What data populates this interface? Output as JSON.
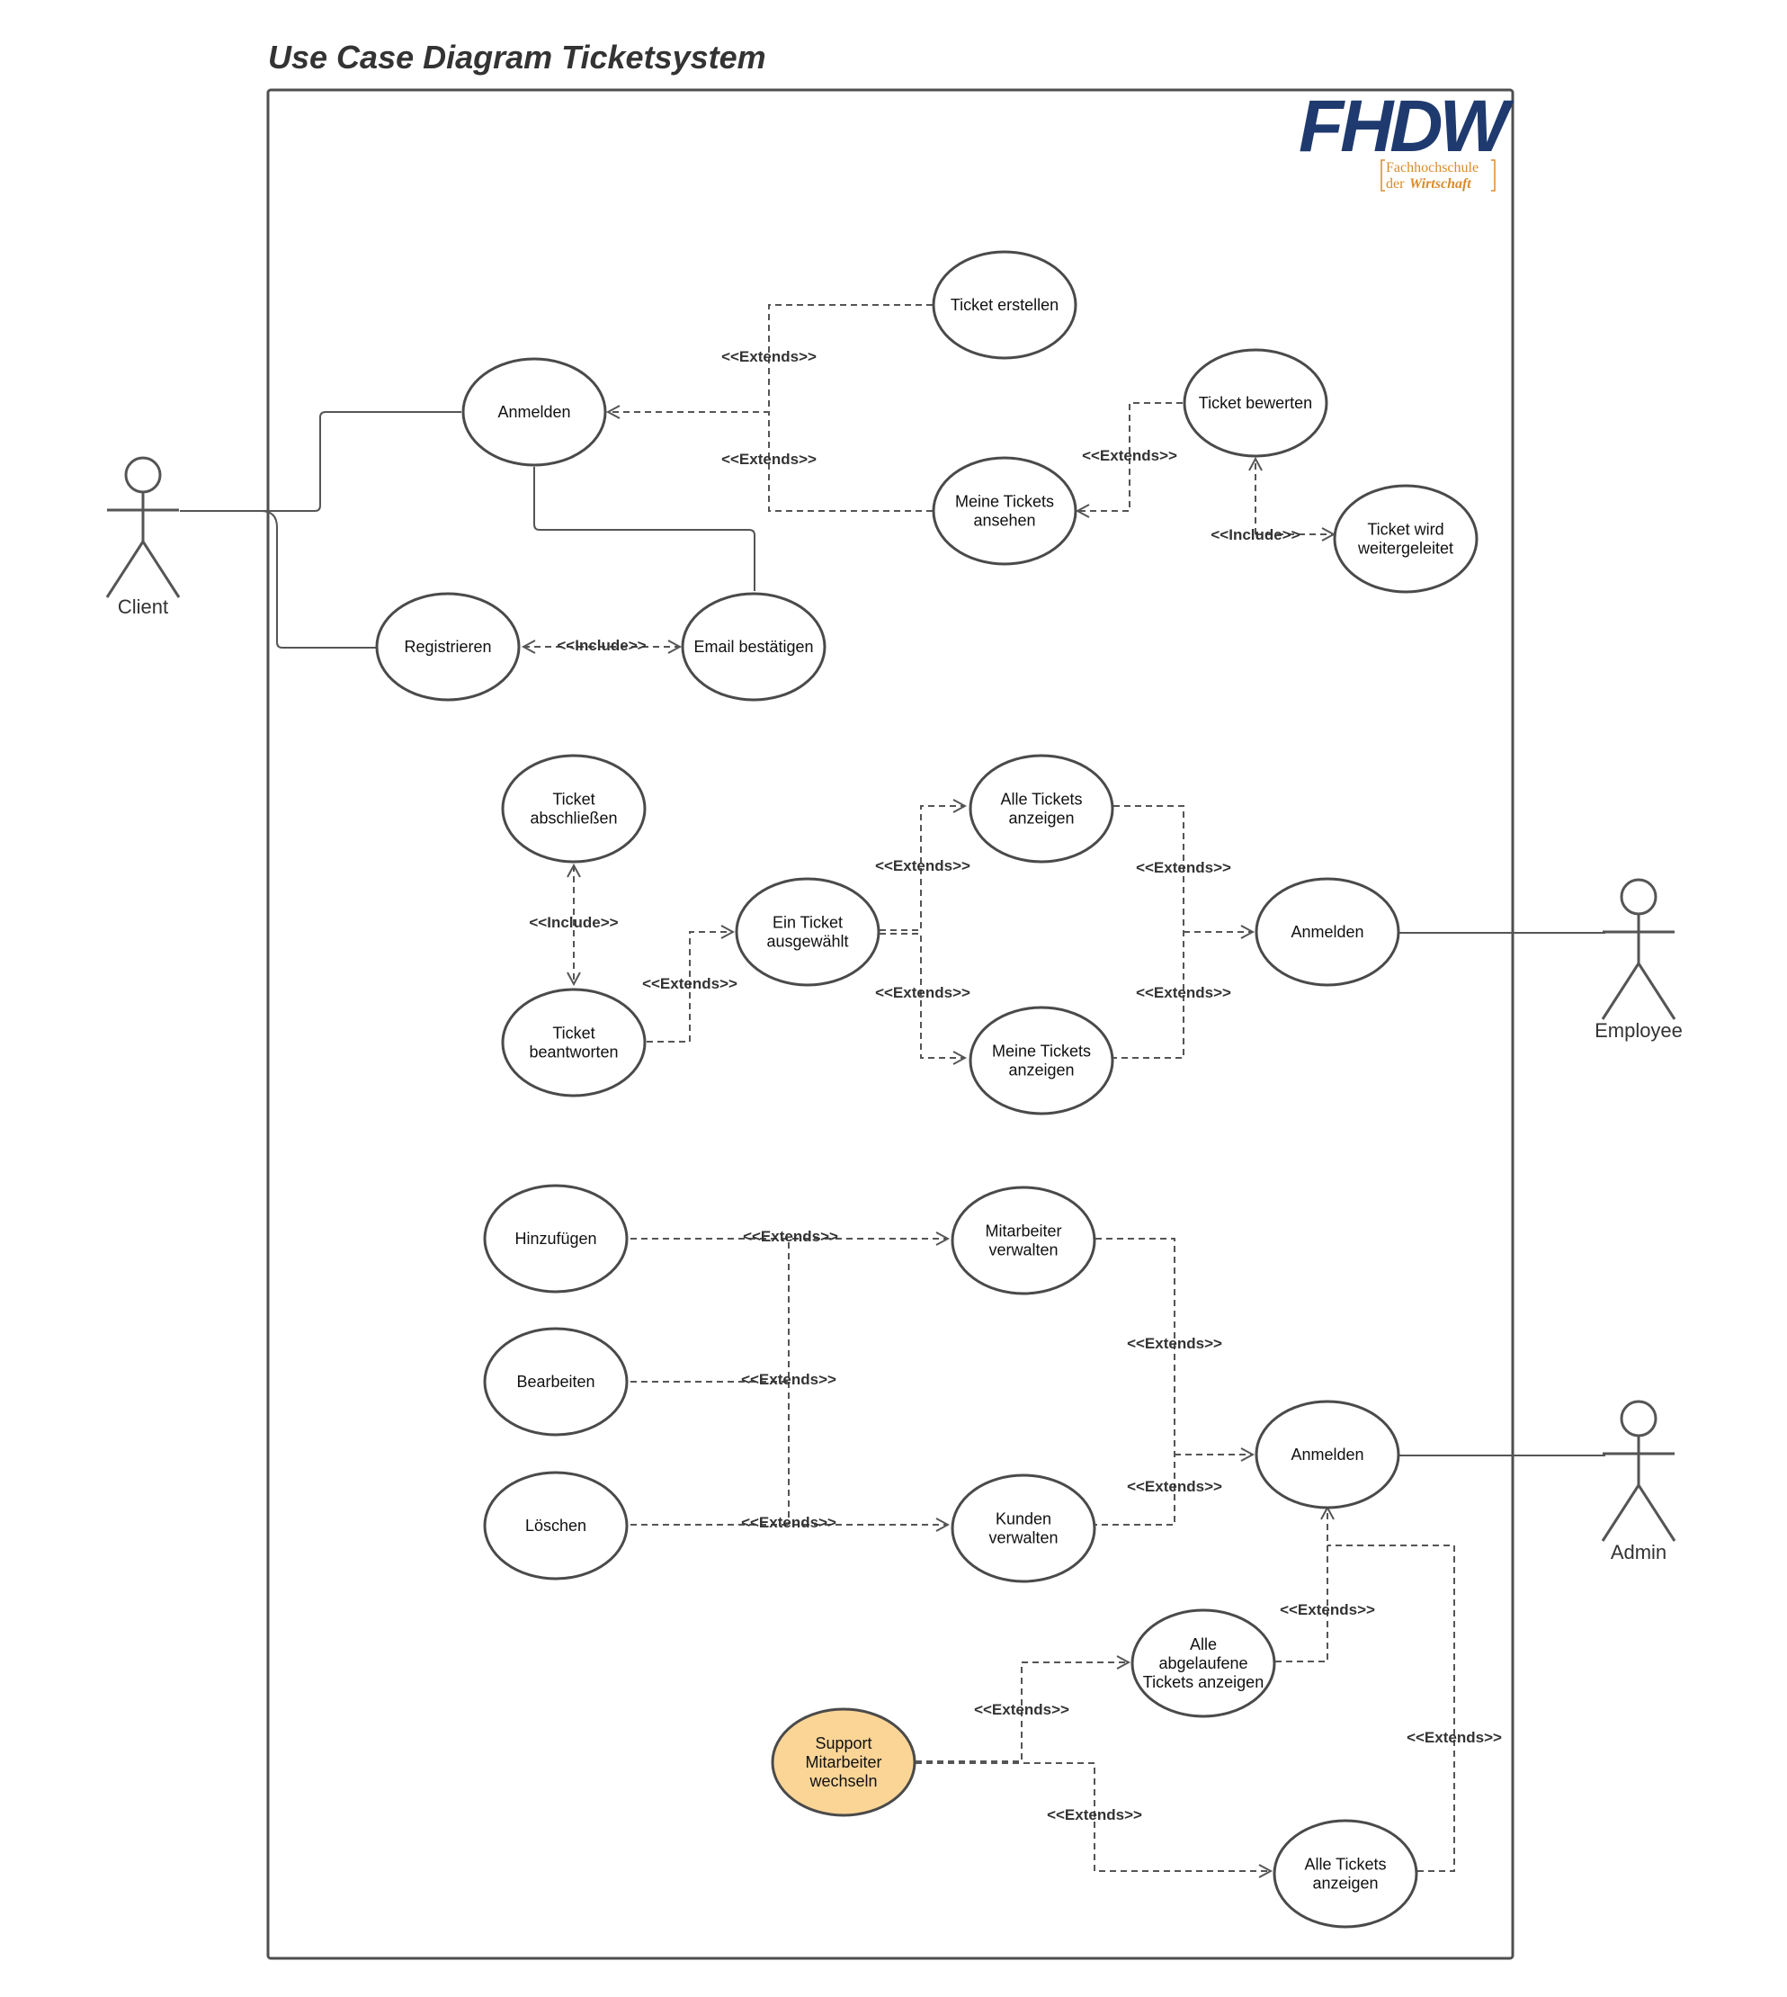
{
  "title": "Use Case Diagram Ticketsystem",
  "logo": {
    "main": "FHDW",
    "line1": "Fachhochschule",
    "line2_prefix": "der",
    "line2_emph": "Wirtschaft",
    "color_main": "#1f3a6e",
    "color_sub": "#d98b2b"
  },
  "actors": {
    "client": "Client",
    "employee": "Employee",
    "admin": "Admin"
  },
  "use_cases": {
    "client_anmelden": "Anmelden",
    "ticket_erstellen": "Ticket erstellen",
    "meine_tickets_ansehen": "Meine Tickets ansehen",
    "ticket_bewerten": "Ticket bewerten",
    "ticket_weitergeleitet": "Ticket wird weitergeleitet",
    "registrieren": "Registrieren",
    "email_bestaetigen": "Email bestätigen",
    "ticket_abschliessen": "Ticket abschließen",
    "ticket_beantworten": "Ticket beantworten",
    "ein_ticket_ausgewaehlt": "Ein Ticket ausgewählt",
    "alle_tickets_anzeigen_emp": "Alle Tickets anzeigen",
    "meine_tickets_anzeigen": "Meine Tickets anzeigen",
    "employee_anmelden": "Anmelden",
    "hinzufuegen": "Hinzufügen",
    "bearbeiten": "Bearbeiten",
    "loeschen": "Löschen",
    "mitarbeiter_verwalten": "Mitarbeiter verwalten",
    "kunden_verwalten": "Kunden verwalten",
    "admin_anmelden": "Anmelden",
    "alle_abgelaufene": "Alle abgelaufene Tickets anzeigen",
    "support_wechseln": "Support Mitarbeiter wechseln",
    "alle_tickets_anzeigen_admin": "Alle Tickets anzeigen"
  },
  "relations": {
    "extends": "<<Extends>>",
    "include": "<<Include>>"
  },
  "colors": {
    "highlight_fill": "#fbd596",
    "stroke": "#4a4a4a"
  }
}
